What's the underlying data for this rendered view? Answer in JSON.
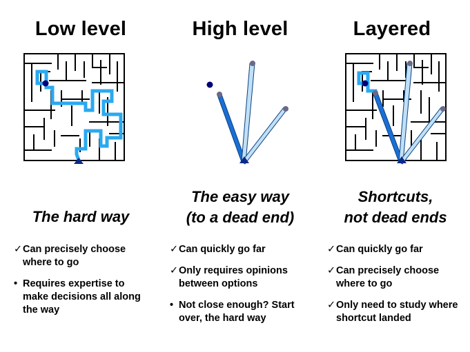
{
  "columns": [
    {
      "title": "Low level",
      "subtitle_lines": [
        "The hard way"
      ],
      "bullets": [
        {
          "mark": "✓",
          "text": "Can precisely choose where to go"
        },
        {
          "mark": "•",
          "text": "Requires expertise to make decisions all along the way"
        }
      ]
    },
    {
      "title": "High level",
      "subtitle_lines": [
        "The easy way",
        "(to a dead end)"
      ],
      "bullets": [
        {
          "mark": "✓",
          "text": "Can quickly go far"
        },
        {
          "mark": "✓",
          "text": "Only requires opinions between options"
        },
        {
          "mark": "•",
          "text": "Not close enough? Start over, the hard way"
        }
      ]
    },
    {
      "title": "Layered",
      "subtitle_lines": [
        "Shortcuts,",
        "not dead ends"
      ],
      "bullets": [
        {
          "mark": "✓",
          "text": "Can quickly go far"
        },
        {
          "mark": "✓",
          "text": "Can precisely choose where to go"
        },
        {
          "mark": "✓",
          "text": "Only need to study where shortcut landed"
        }
      ]
    }
  ],
  "colors": {
    "maze_wall": "#000000",
    "path": "#2aa9f0",
    "target": "#00007a",
    "start": "#0a2a8a",
    "arrow_dark": "#1a6fd6",
    "arrow_light": "#bfe0f7",
    "arrow_end": "#6a6a88"
  }
}
